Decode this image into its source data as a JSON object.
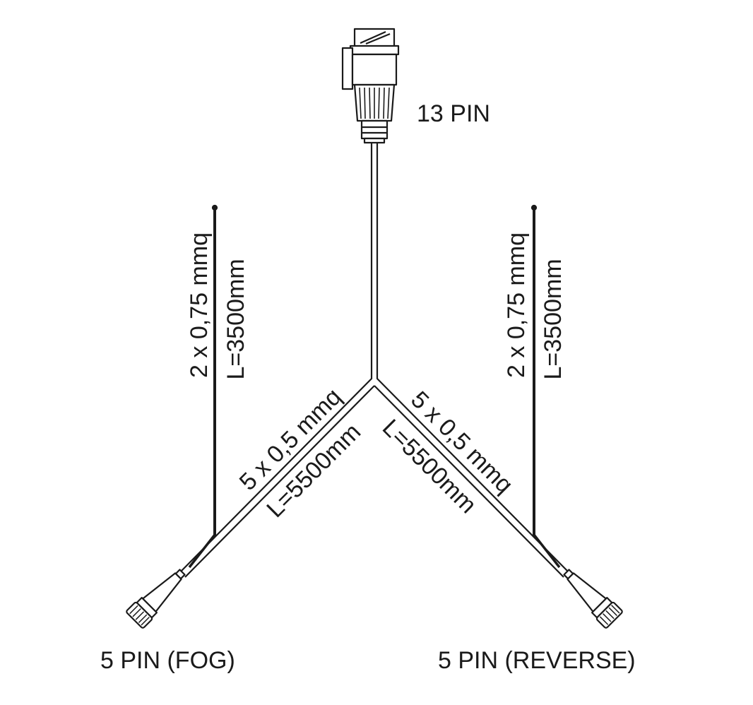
{
  "diagram": {
    "main_connector": {
      "label": "13 PIN"
    },
    "left_branch": {
      "connector_label": "5 PIN (FOG)",
      "cable_spec": "5 x 0,5 mmq",
      "cable_length": "L=5500mm",
      "side_wire_spec": "2 x 0,75 mmq",
      "side_wire_length": "L=3500mm"
    },
    "right_branch": {
      "connector_label": "5 PIN (REVERSE)",
      "cable_spec": "5 x 0,5 mmq",
      "cable_length": "L=5500mm",
      "side_wire_spec": "2 x 0,75 mmq",
      "side_wire_length": "L=3500mm"
    },
    "colors": {
      "line": "#1a1a1a",
      "fill": "#ffffff"
    }
  }
}
